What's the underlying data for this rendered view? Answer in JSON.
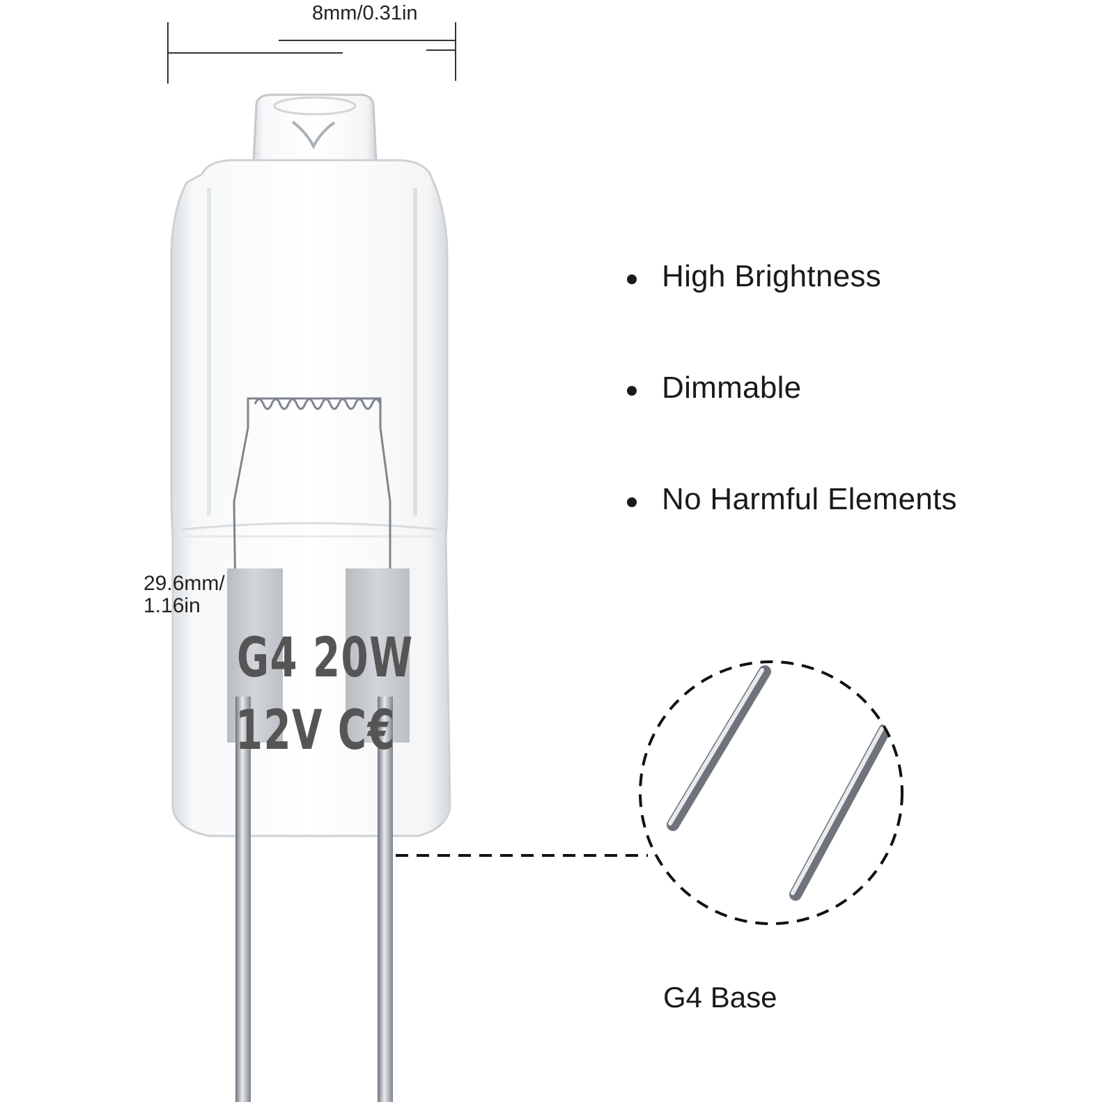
{
  "dimensions": {
    "width_label": "8mm/0.31in",
    "height_label_line1": "29.6mm/",
    "height_label_line2": "1.16in"
  },
  "bulb_markings": {
    "line1": "G4 20W",
    "line2": "12V C€"
  },
  "features": [
    {
      "label": "High Brightness"
    },
    {
      "label": "Dimmable"
    },
    {
      "label": "No Harmful Elements"
    }
  ],
  "detail": {
    "caption": "G4 Base"
  },
  "colors": {
    "text": "#1a1a1a",
    "glass_edge": "#c8ccd0",
    "pin": "#8a8f96",
    "dash": "#111111"
  }
}
